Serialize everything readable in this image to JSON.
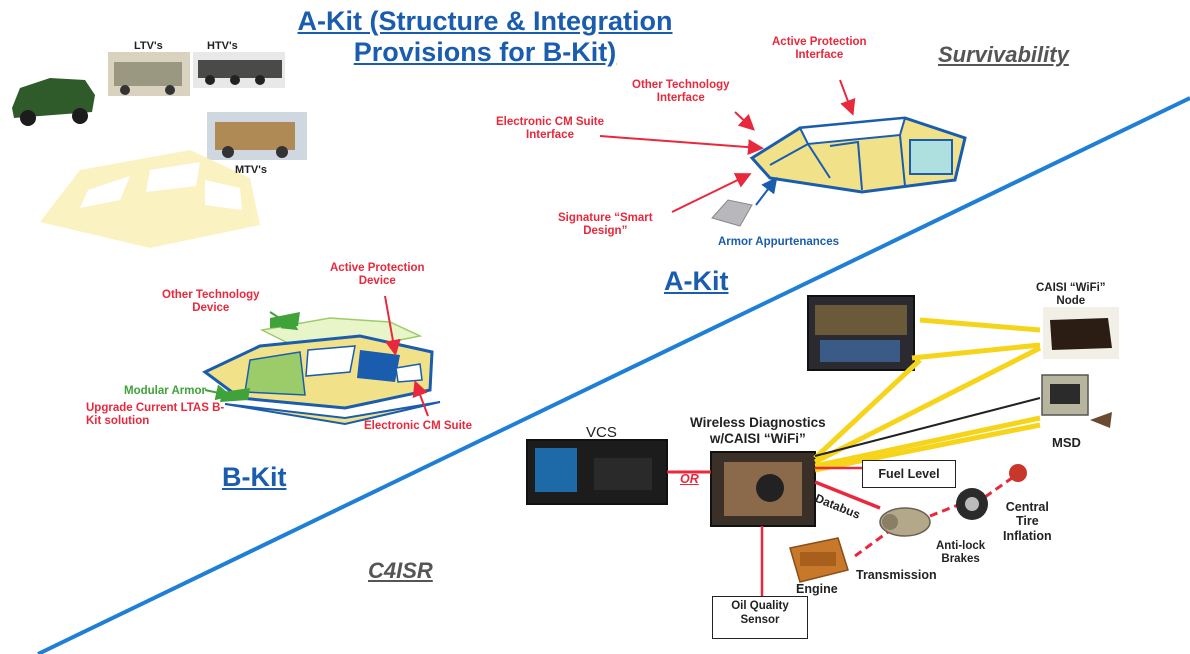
{
  "title": {
    "line1": "A-Kit (Structure & Integration",
    "line2": "Provisions for B-Kit)"
  },
  "sections": {
    "survivability": "Survivability",
    "c4isr": "C4ISR",
    "akit": "A-Kit",
    "bkit": "B-Kit"
  },
  "vehicles": {
    "ltv": "LTV's",
    "htv": "HTV's",
    "mtv": "MTV's"
  },
  "akit_labels": {
    "active_protection": [
      "Active Protection",
      "Interface"
    ],
    "other_technology": [
      "Other Technology",
      "Interface"
    ],
    "electronic_cm": [
      "Electronic CM Suite",
      "Interface"
    ],
    "signature": [
      "Signature “Smart",
      "Design”"
    ],
    "armor": "Armor Appurtenances"
  },
  "bkit_labels": {
    "active_protection": [
      "Active Protection",
      "Device"
    ],
    "other_technology": [
      "Other Technology",
      "Device"
    ],
    "modular_armor": "Modular Armor",
    "upgrade": [
      "Upgrade Current LTAS B-",
      "Kit solution"
    ],
    "electronic_cm": "Electronic CM  Suite"
  },
  "c4isr_labels": {
    "caisi_node": [
      "CAISI “WiFi”",
      "Node"
    ],
    "vcs": "VCS",
    "wireless": [
      "Wireless Diagnostics",
      "w/CAISI “WiFi”"
    ],
    "or": "OR",
    "msd": "MSD",
    "fuel_level": "Fuel Level",
    "databus": "Databus",
    "central_tire": [
      "Central",
      "Tire",
      "Inflation"
    ],
    "antilock": [
      "Anti-lock",
      "Brakes"
    ],
    "transmission": "Transmission",
    "engine": "Engine",
    "oil_quality": [
      "Oil Quality",
      "Sensor"
    ]
  },
  "colors": {
    "red": "#e8283c",
    "blue": "#1a5cae",
    "green": "#3fa33a",
    "yellow": "#f5e06a",
    "divider": "#1f7fd6"
  }
}
